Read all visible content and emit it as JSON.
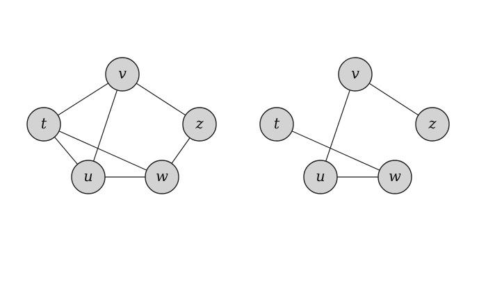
{
  "graphs": [
    {
      "id": "left-graph",
      "nodes": [
        {
          "id": "v",
          "label": "v"
        },
        {
          "id": "t",
          "label": "t"
        },
        {
          "id": "z",
          "label": "z"
        },
        {
          "id": "u",
          "label": "u"
        },
        {
          "id": "w",
          "label": "w"
        }
      ],
      "edges": [
        [
          "t",
          "v"
        ],
        [
          "v",
          "z"
        ],
        [
          "v",
          "u"
        ],
        [
          "t",
          "u"
        ],
        [
          "t",
          "w"
        ],
        [
          "u",
          "w"
        ],
        [
          "z",
          "w"
        ]
      ]
    },
    {
      "id": "right-graph",
      "nodes": [
        {
          "id": "v",
          "label": "v"
        },
        {
          "id": "t",
          "label": "t"
        },
        {
          "id": "z",
          "label": "z"
        },
        {
          "id": "u",
          "label": "u"
        },
        {
          "id": "w",
          "label": "w"
        }
      ],
      "edges": [
        [
          "v",
          "z"
        ],
        [
          "v",
          "u"
        ],
        [
          "t",
          "w"
        ],
        [
          "u",
          "w"
        ]
      ]
    }
  ]
}
